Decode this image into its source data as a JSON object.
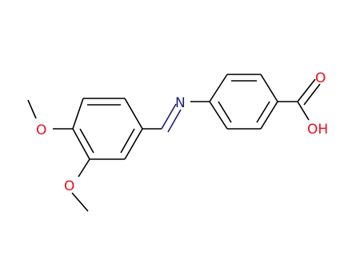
{
  "molecule": {
    "atoms": {
      "o_top": "O",
      "o_bottom": "O",
      "nitrogen": "N",
      "carboxyl_oxygen": "O",
      "hydroxyl": "OH"
    },
    "colors": {
      "carbon_bond": "#000000",
      "nitrogen": "#1c1c7a",
      "oxygen": "#e8101a"
    }
  }
}
